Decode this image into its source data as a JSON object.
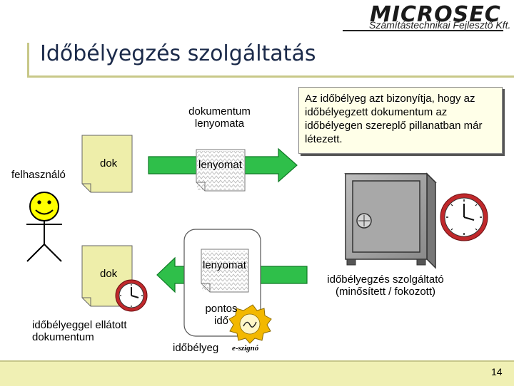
{
  "header": {
    "logo_text": "MICROSEC",
    "logo_subtitle": "Számítástechnikai Fejlesztő Kft.",
    "title": "Időbélyegzés szolgáltatás"
  },
  "diagram": {
    "user_label": "felhasználó",
    "doc_top_label": "dok",
    "doc_bottom_label": "dok",
    "hash_caption": "dokumentum lenyomata",
    "hash_top_label": "lenyomat",
    "hash_bottom_label": "lenyomat",
    "note_text": "Az időbélyeg azt bizonyítja, hogy az időbélyegzett dokumentum az időbélyegen szereplő pillanatban már létezett.",
    "tsa_label": "időbélyegzés szolgáltató (minősített / fokozott)",
    "exact_time_label": "pontos idő",
    "timestamp_label": "időbélyeg",
    "esign_logo_text": "e-szignó",
    "stamped_doc_label": "időbélyeggel ellátott dokumentum"
  },
  "footer": {
    "page_number": "14"
  },
  "colors": {
    "arrow_fill": "#2fbf4a",
    "arrow_stroke": "#0f7a25",
    "doc_fill": "#eeeeaa",
    "clock_ring": "#c0282b",
    "title_rule": "#c8c888",
    "smiley_fill": "#ffff00"
  }
}
